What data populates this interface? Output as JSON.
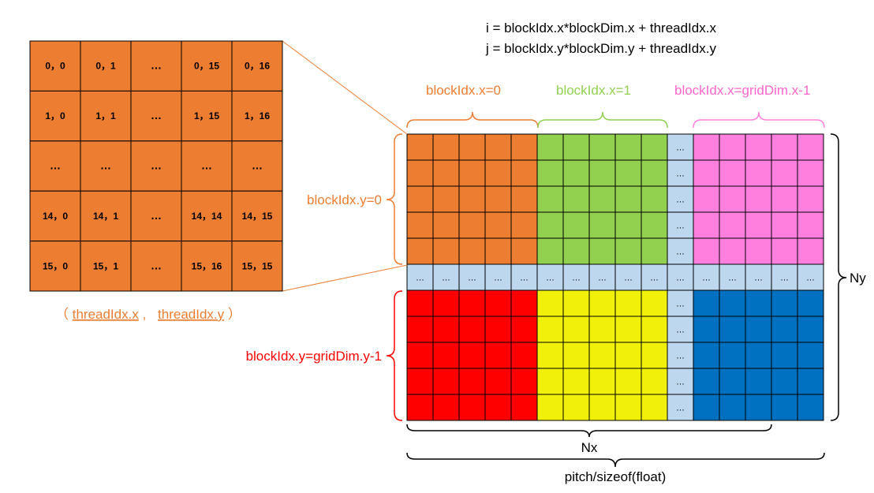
{
  "formulas": {
    "i": "i = blockIdx.x*blockDim.x + threadIdx.x",
    "j": "j = blockIdx.y*blockDim.y + threadIdx.y"
  },
  "block_labels": {
    "x0": "blockIdx.x=0",
    "x1": "blockIdx.x=1",
    "xlast": "blockIdx.x=gridDim.x-1",
    "y0": "blockIdx.y=0",
    "ylast": "blockIdx.y=gridDim.y-1"
  },
  "thread_block": {
    "caption_open": "（",
    "caption_x": "threadIdx.x",
    "caption_sep": ",",
    "caption_y": "threadIdx.y",
    "caption_close": "）",
    "cells": [
      [
        "0，0",
        "0，1",
        "…",
        "0，15",
        "0，16"
      ],
      [
        "1，0",
        "1，1",
        "…",
        "1，15",
        "1，16"
      ],
      [
        "…",
        "…",
        "…",
        "…",
        "…"
      ],
      [
        "14，0",
        "14，1",
        "…",
        "14，14",
        "14，15"
      ],
      [
        "15，0",
        "15，1",
        "…",
        "15，16",
        "15，15"
      ]
    ]
  },
  "dims": {
    "nx": "Nx",
    "ny": "Ny",
    "pitch": "pitch/sizeof(float)"
  },
  "ellipsis": "…",
  "colors": {
    "orange": "#ED7D31",
    "green": "#92D050",
    "pink": "#FF7FDF",
    "red": "#FF0000",
    "yellow": "#F0F00A",
    "blue": "#0070C0",
    "light_blue": "#BDD7EE",
    "text_orange": "#ED7D31",
    "text_green": "#92D050",
    "text_pink": "#FF66CC",
    "text_red": "#FF0000"
  }
}
